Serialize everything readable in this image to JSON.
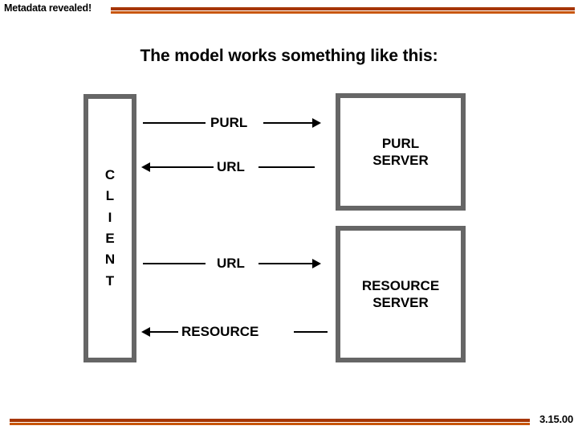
{
  "header": {
    "label": "Metadata revealed!",
    "rule_color_dark": "#A63603",
    "rule_color_light": "#C8560A"
  },
  "title": "The model works something like this:",
  "diagram": {
    "nodes": {
      "client": {
        "label": "C\nL\nI\nE\nN\nT",
        "border_color": "#666666"
      },
      "purl_server": {
        "label": "PURL\nSERVER",
        "border_color": "#666666"
      },
      "resource_server": {
        "label": "RESOURCE\nSERVER",
        "border_color": "#666666"
      }
    },
    "flows": [
      {
        "label": "PURL",
        "direction": "right",
        "from": "client",
        "to": "purl_server"
      },
      {
        "label": "URL",
        "direction": "left",
        "from": "purl_server",
        "to": "client"
      },
      {
        "label": "URL",
        "direction": "right",
        "from": "client",
        "to": "resource_server"
      },
      {
        "label": "RESOURCE",
        "direction": "left",
        "from": "resource_server",
        "to": "client"
      }
    ]
  },
  "footer": {
    "label": "3.15.00",
    "rule_color_dark": "#A63603",
    "rule_color_light": "#C8560A"
  }
}
